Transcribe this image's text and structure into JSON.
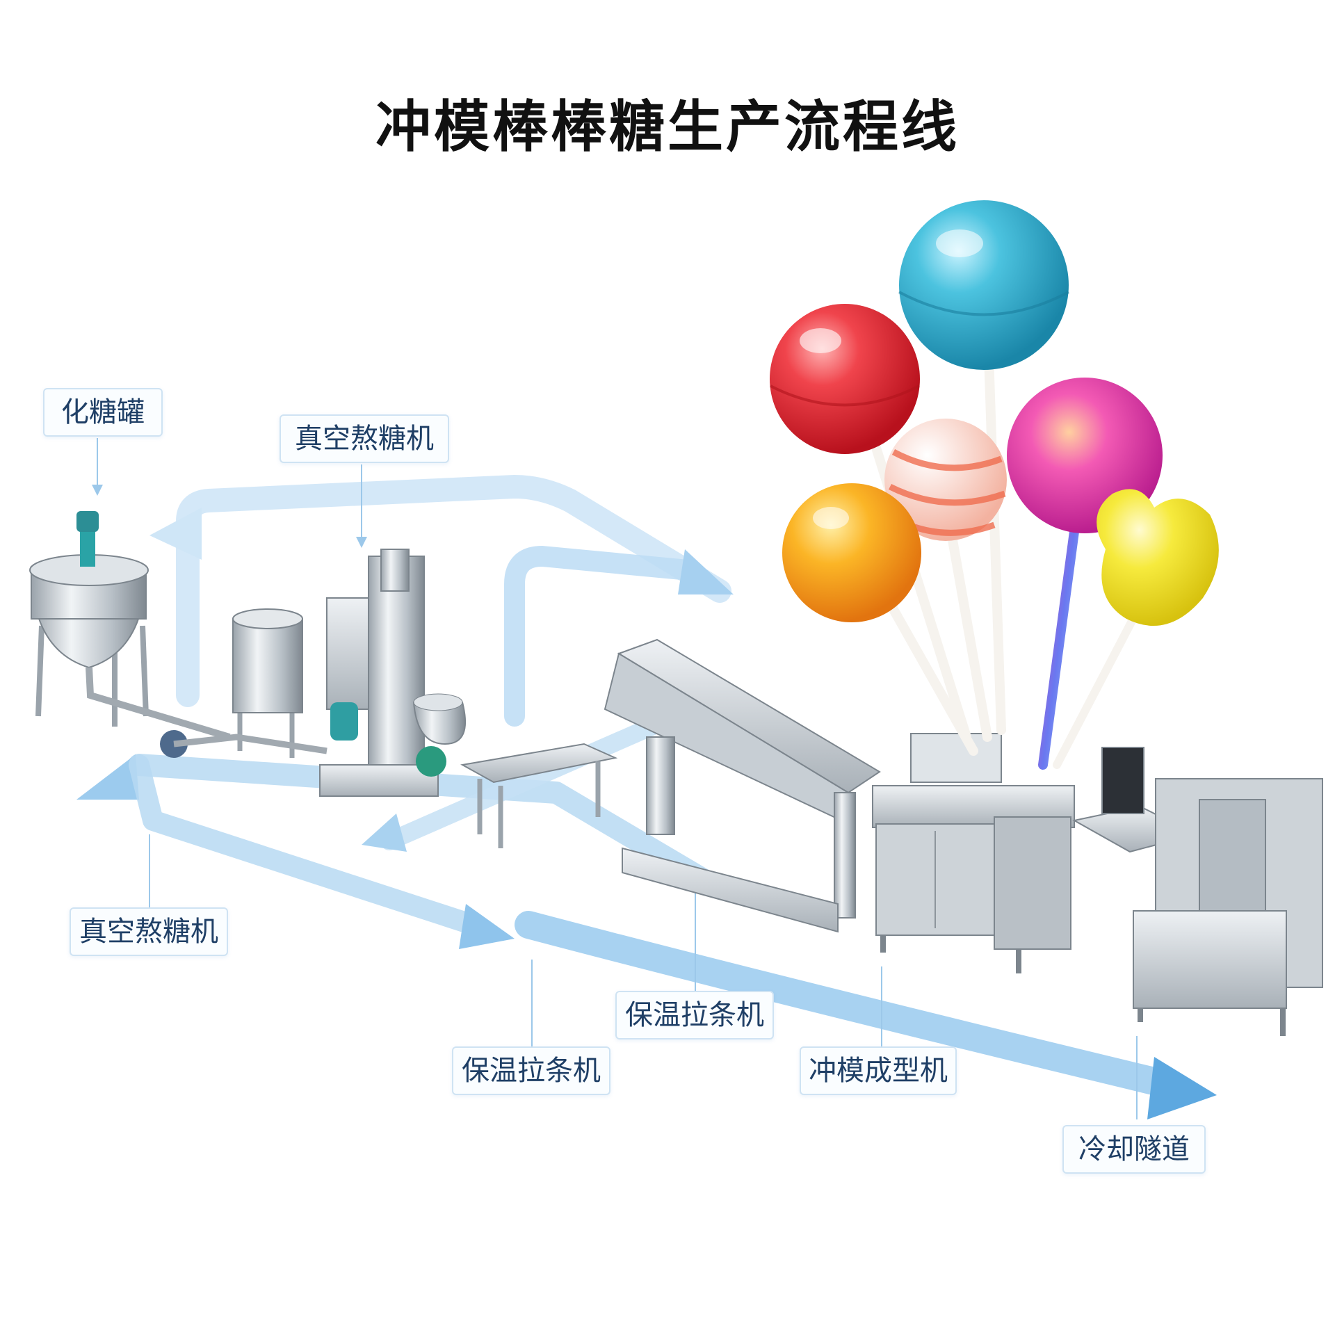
{
  "title": "冲模棒棒糖生产流程线",
  "labels": {
    "sugar_melting_tank": "化糖罐",
    "vacuum_cooker_top": "真空熬糖机",
    "vacuum_cooker_bottom": "真空熬糖机",
    "rope_sizer_right": "保温拉条机",
    "rope_sizer_left": "保温拉条机",
    "die_forming_machine": "冲模成型机",
    "cooling_tunnel": "冷却隧道"
  },
  "colors": {
    "flow_arrow": "#8fc4ec",
    "flow_arrow_dark": "#5da8e0",
    "label_text": "#1f3f66",
    "lollipop_red": "#e8323c",
    "lollipop_cyan": "#3bb8d6",
    "lollipop_orange": "#f7a21d",
    "lollipop_pink": "#e23fb0",
    "lollipop_yellow": "#f3e23a"
  }
}
